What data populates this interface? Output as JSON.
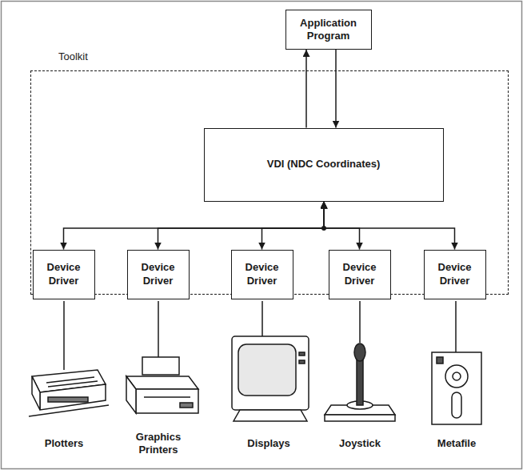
{
  "diagram": {
    "nodes": [
      {
        "text": [
          "Application Program"
        ]
      },
      {
        "text": [
          "Toolkit"
        ]
      },
      {
        "text": [
          "VDI (NDC Coordinates)"
        ],
        "in": 1
      },
      {
        "text": [
          "Device Driver"
        ],
        "in": 1
      },
      {
        "text": [
          "Device Driver"
        ],
        "in": 1
      },
      {
        "text": [
          "Device Driver"
        ],
        "in": 1
      },
      {
        "text": [
          "Device Driver"
        ],
        "in": 1
      },
      {
        "text": [
          "Device Driver"
        ],
        "in": 1
      }
    ],
    "edges": [
      {
        "from": 2,
        "to": 0,
        "arrow": "to"
      },
      {
        "from": 0,
        "to": 2,
        "arrow": "to"
      },
      {
        "from": 2,
        "to": 3,
        "arrow": "both"
      },
      {
        "from": 2,
        "to": 4,
        "arrow": "both"
      },
      {
        "from": 2,
        "to": 5,
        "arrow": "both"
      },
      {
        "from": 2,
        "to": 6,
        "arrow": "both"
      },
      {
        "from": 2,
        "to": 7,
        "arrow": "both"
      }
    ],
    "labels": [
      "Plotters",
      "Graphics Printers",
      "Displays",
      "Joystick",
      "Metafile"
    ]
  }
}
